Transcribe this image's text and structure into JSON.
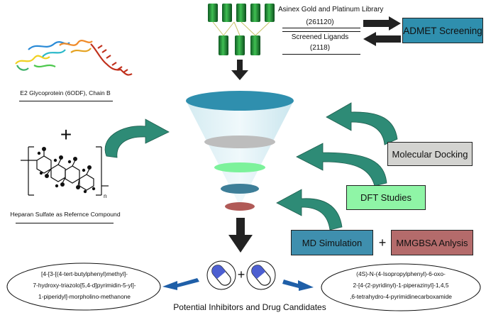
{
  "library": {
    "name": "Asinex Gold and Platinum Library",
    "count": "(261120)"
  },
  "screened": {
    "name": "Screened Ligands",
    "count": "(2118)"
  },
  "admet": {
    "label": "ADMET Screening",
    "color": "#2f8fae"
  },
  "target": {
    "label": "E2 Glycoprotein (6ODF), Chain B"
  },
  "reference": {
    "plus": "+",
    "label": "Heparan Sulfate as Refernce Compound",
    "subscript": "n"
  },
  "docking": {
    "label": "Molecular Docking",
    "color": "#d3d3d0"
  },
  "dft": {
    "label": "DFT Studies",
    "color": "#8ff5a6"
  },
  "md": {
    "label": "MD Simulation",
    "color": "#3f8fae"
  },
  "mmgbsa": {
    "label": "MMGBSA Anlysis",
    "color": "#b46b6b"
  },
  "md_plus": "+",
  "capsule_plus": "+",
  "funnel_colors": [
    "#2f8fae",
    "#bdbdbd",
    "#7cf29b",
    "#3d7e98",
    "#b05a57"
  ],
  "arrow_color": "#2e8b76",
  "left_candidate": {
    "lines": [
      "[4-[3-[(4-tert-butylphenyl)methyl]-",
      "7-hydroxy-triazolo[5,4-d]pyrimidin-5-yl]-",
      "1-piperidyl]-morpholino-methanone"
    ]
  },
  "right_candidate": {
    "lines": [
      "(4S)-N-(4-Isopropylphenyl)-6-oxo-",
      "2-[4-(2-pyridinyl)-1-piperazinyl]-1,4,5",
      ",6-tetrahydro-4-pyrimidinecarboxamide"
    ]
  },
  "bottom_title": "Potential Inhibitors and Drug Candidates"
}
